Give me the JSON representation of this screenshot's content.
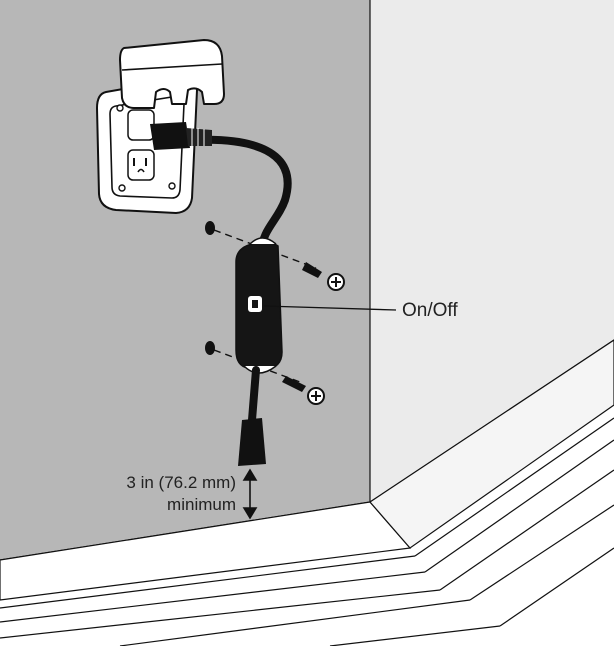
{
  "labels": {
    "switch": "On/Off",
    "clearance_line1": "3 in (76.2 mm)",
    "clearance_line2": "minimum"
  },
  "colors": {
    "wall": "#b7b7b7",
    "side_wall": "#ebebeb",
    "floor": "#ffffff",
    "outline": "#111111",
    "device_body": "#151515",
    "button": "#ffffff"
  },
  "icons": {
    "clearance": "double-headed-vertical-arrow",
    "screw": "phillips-screw"
  }
}
